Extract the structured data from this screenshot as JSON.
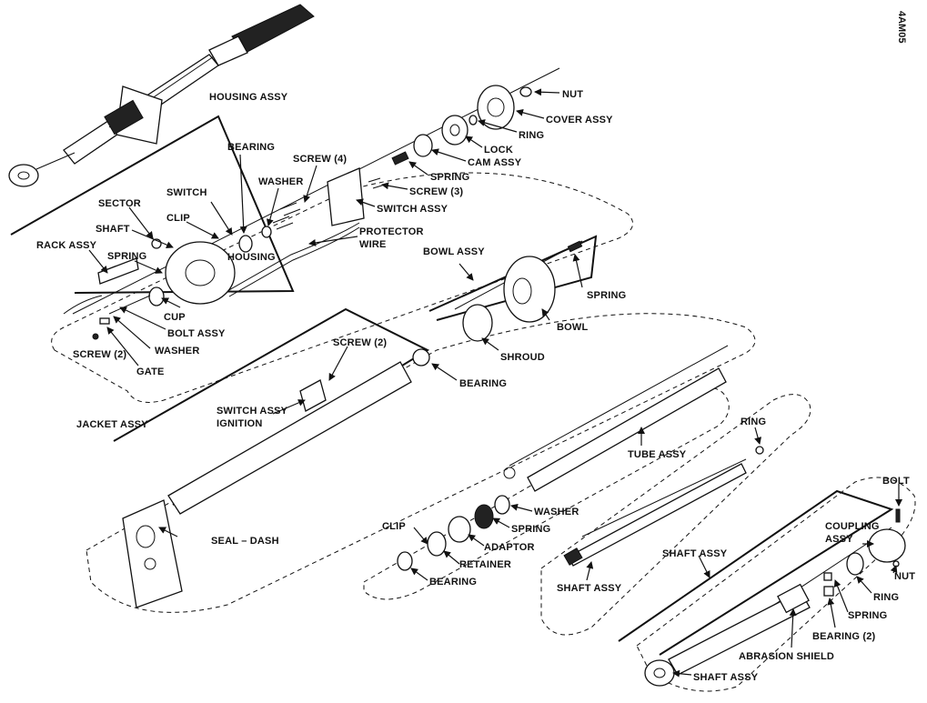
{
  "figure_code": "4AM05",
  "labels": {
    "housing_assy": "HOUSING ASSY",
    "nut_top": "NUT",
    "cover_assy": "COVER ASSY",
    "ring_top": "RING",
    "lock": "LOCK",
    "cam_assy": "CAM ASSY",
    "spring_top": "SPRING",
    "screw3": "SCREW (3)",
    "switch_assy": "SWITCH ASSY",
    "screw4": "SCREW (4)",
    "bearing_top": "BEARING",
    "washer_top": "WASHER",
    "protector_wire_1": "PROTECTOR",
    "protector_wire_2": "WIRE",
    "switch": "SWITCH",
    "sector": "SECTOR",
    "clip_top": "CLIP",
    "shaft": "SHAFT",
    "rack_assy": "RACK ASSY",
    "spring_rack": "SPRING",
    "housing": "HOUSING",
    "cup": "CUP",
    "bolt_assy": "BOLT ASSY",
    "screw2_left": "SCREW (2)",
    "washer_left": "WASHER",
    "gate": "GATE",
    "bowl_assy": "BOWL ASSY",
    "spring_bowl": "SPRING",
    "bowl": "BOWL",
    "shroud": "SHROUD",
    "bearing_mid": "BEARING",
    "screw2_mid": "SCREW (2)",
    "switch_assy_ign_1": "SWITCH ASSY",
    "switch_assy_ign_2": "IGNITION",
    "jacket_assy": "JACKET ASSY",
    "seal_dash": "SEAL – DASH",
    "tube_assy": "TUBE ASSY",
    "ring_mid": "RING",
    "washer_mid": "WASHER",
    "spring_mid": "SPRING",
    "clip_low": "CLIP",
    "adaptor": "ADAPTOR",
    "retainer": "RETAINER",
    "bearing_low": "BEARING",
    "shaft_assy_mid": "SHAFT ASSY",
    "bolt": "BOLT",
    "coupling_assy_1": "COUPLING",
    "coupling_assy_2": "ASSY",
    "shaft_assy_top": "SHAFT ASSY",
    "nut_low": "NUT",
    "ring_low": "RING",
    "spring_low": "SPRING",
    "bearing2": "BEARING (2)",
    "abrasion_shield": "ABRASION SHIELD",
    "shaft_assy_low": "SHAFT ASSY"
  }
}
